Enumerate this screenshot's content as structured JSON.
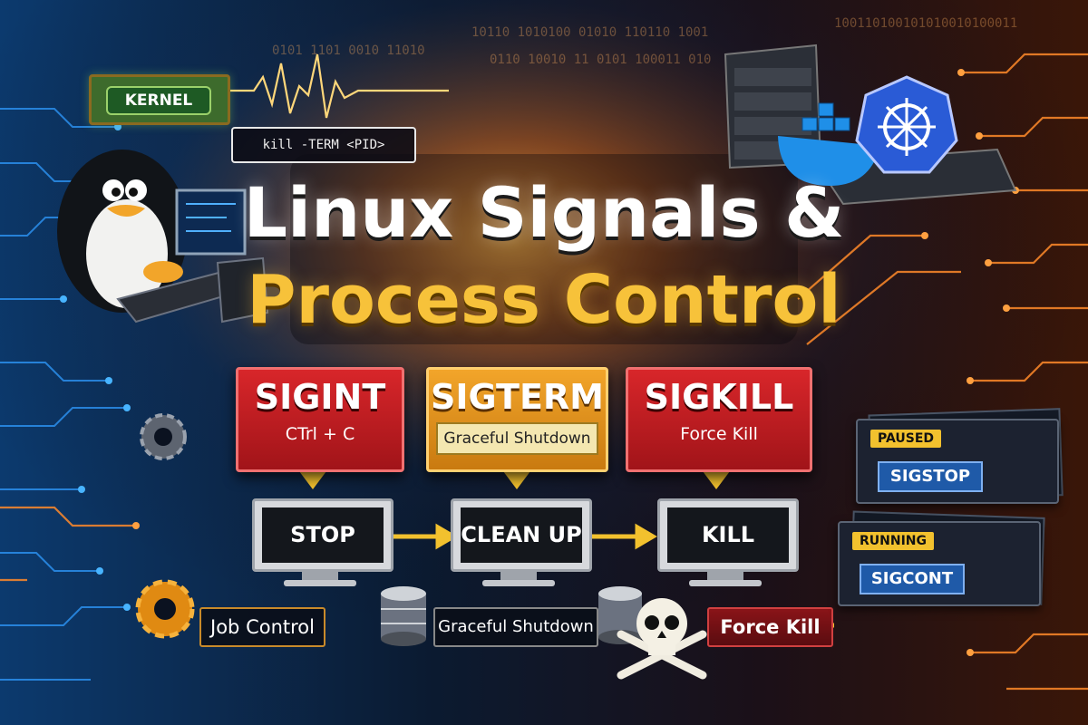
{
  "header": {
    "title_line1": "Linux Signals &",
    "title_line2": "Process Control"
  },
  "top_labels": {
    "kernel": "KERNEL",
    "command": "kill -TERM <PID>"
  },
  "signals": [
    {
      "name": "SIGINT",
      "sub": "CTrl + C",
      "color": "#d8262a"
    },
    {
      "name": "SIGTERM",
      "sub": "Graceful Shutdown",
      "color": "#f2a52a"
    },
    {
      "name": "SIGKILL",
      "sub": "Force Kill",
      "color": "#d8262a"
    }
  ],
  "actions": [
    "STOP",
    "CLEAN UP",
    "KILL"
  ],
  "bottom_labels": {
    "job": "Job Control",
    "graceful": "Graceful Shutdown",
    "force": "Force Kill"
  },
  "status_cards": [
    {
      "state": "PAUSED",
      "signal": "SIGSTOP"
    },
    {
      "state": "RUNNING",
      "signal": "SIGCONT"
    }
  ],
  "colors": {
    "accent_orange": "#f7931e",
    "accent_blue": "#1f8fe8",
    "title_gold": "#f7c23a"
  },
  "icons": [
    "tux-penguin-icon",
    "docker-whale-icon",
    "kubernetes-wheel-icon",
    "server-rack-icon",
    "gear-icon",
    "database-icon",
    "skull-crossbones-icon"
  ]
}
